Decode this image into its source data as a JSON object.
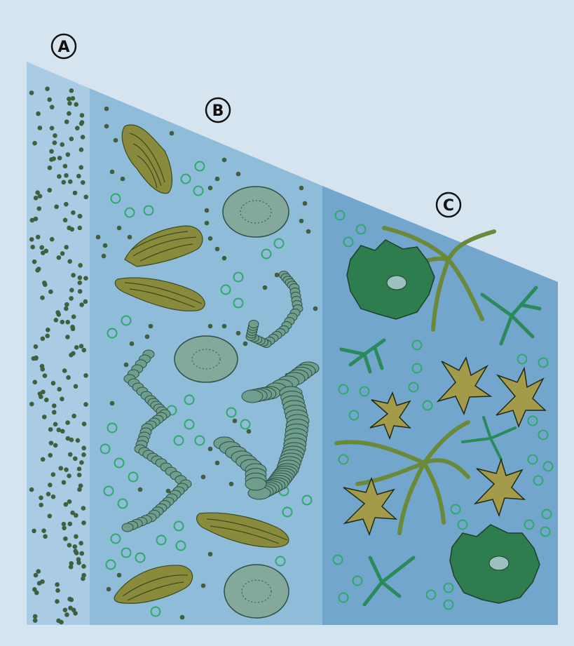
{
  "labels": {
    "a": "A",
    "b": "B",
    "c": "C"
  },
  "colors": {
    "background": "#d6e4f0",
    "zone_a": "#a9cbe4",
    "zone_b": "#8fbcd9",
    "zone_c": "#73a6cc",
    "dark_dot": "#3f5f3f",
    "ring": "#2fa86a",
    "olive": "#8a8a3c",
    "olive_line": "#3b4a1e",
    "chain_bead": "#6f9f8c",
    "disc": "#84a89a",
    "leafy": "#2e7d4f",
    "branch": "#2b8a5c",
    "stem": "#6a8a3a",
    "star": "#a39a4a"
  },
  "icons": {
    "diatom": "striped-olive-cell-icon",
    "round_diatom": "round-ribbed-disc-icon",
    "chain": "bead-chain-icon",
    "frond": "leafy-seaweed-icon",
    "branch": "branching-weed-icon",
    "star": "star-leaf-icon",
    "grass": "grass-blade-icon",
    "ring": "ring-bubble-icon",
    "dot": "small-dot-icon"
  }
}
